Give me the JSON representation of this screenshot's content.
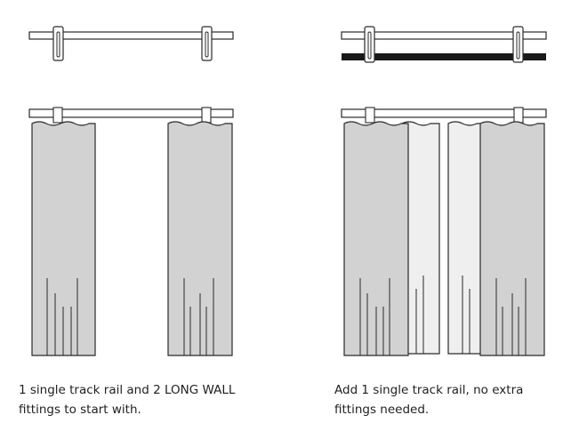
{
  "captions": {
    "left": "1 single track rail and 2 LONG WALL fittings to start with.",
    "right": "Add 1 single track rail, no extra fittings needed."
  },
  "colors": {
    "outline": "#2a2a2a",
    "curtain_dark": "#d2d2d2",
    "curtain_light": "#efefef",
    "rail_fill": "#ffffff",
    "added_rail": "#1a1a1a"
  },
  "icons": {
    "rail": "single-track-rail",
    "fitting": "long-wall-fitting",
    "curtain": "curtain-panel"
  }
}
